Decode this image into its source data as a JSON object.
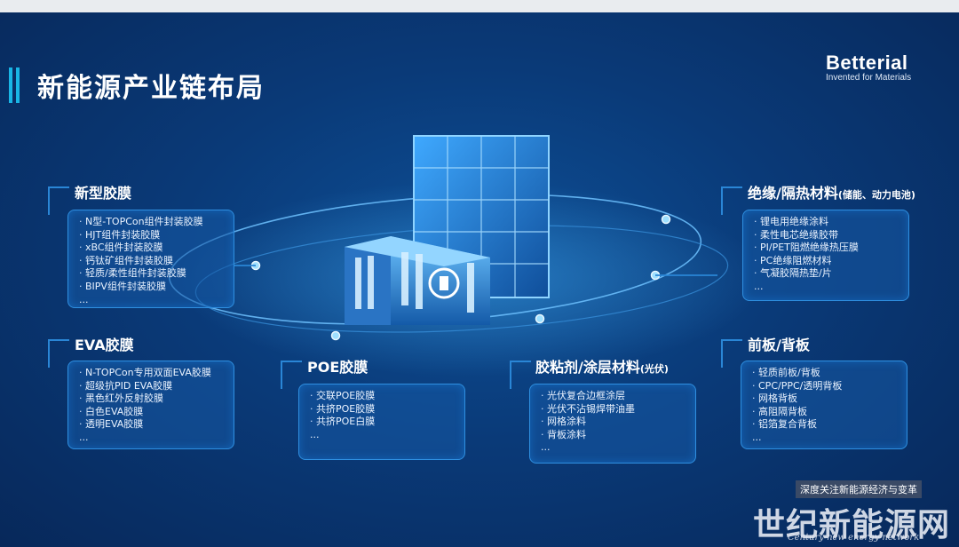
{
  "header": {
    "title": "新能源产业链布局",
    "brand_name": "Betterial",
    "brand_tagline": "Invented for Materials"
  },
  "sections": {
    "new_film": {
      "title": "新型胶膜",
      "items": [
        "N型-TOPCon组件封装胶膜",
        "HJT组件封装胶膜",
        "xBC组件封装胶膜",
        "钙钛矿组件封装胶膜",
        "轻质/柔性组件封装胶膜",
        "BIPV组件封装胶膜",
        "..."
      ]
    },
    "insulation": {
      "title": "绝缘/隔热材料",
      "title_suffix": "(储能、动力电池)",
      "items": [
        "锂电用绝缘涂料",
        "柔性电芯绝缘胶带",
        "PI/PET阻燃绝缘热压膜",
        "PC绝缘阻燃材料",
        "气凝胶隔热垫/片",
        "..."
      ]
    },
    "eva": {
      "title": "EVA胶膜",
      "items": [
        "N-TOPCon专用双面EVA胶膜",
        "超级抗PID EVA胶膜",
        "黑色红外反射胶膜",
        "白色EVA胶膜",
        "透明EVA胶膜",
        "..."
      ]
    },
    "poe": {
      "title": "POE胶膜",
      "items": [
        "交联POE胶膜",
        "共挤POE胶膜",
        "共挤POE白膜",
        "..."
      ]
    },
    "adhesive": {
      "title": "胶粘剂/涂层材料",
      "title_suffix": "(光伏)",
      "items": [
        "光伏复合边框涂层",
        "光伏不沾锡焊带油墨",
        "网格涂料",
        "背板涂料",
        "..."
      ]
    },
    "frontback": {
      "title": "前板/背板",
      "items": [
        "轻质前板/背板",
        "CPC/PPC/透明背板",
        "网格背板",
        "高阻隔背板",
        "铝箔复合背板",
        "..."
      ]
    }
  },
  "watermark": {
    "tag": "深度关注新能源经济与变革",
    "name": "世纪新能源网",
    "en": "Century new energy network"
  },
  "colors": {
    "background": "#0a3a78",
    "accent": "#19b6e6",
    "card_border": "#2f8fe0"
  }
}
